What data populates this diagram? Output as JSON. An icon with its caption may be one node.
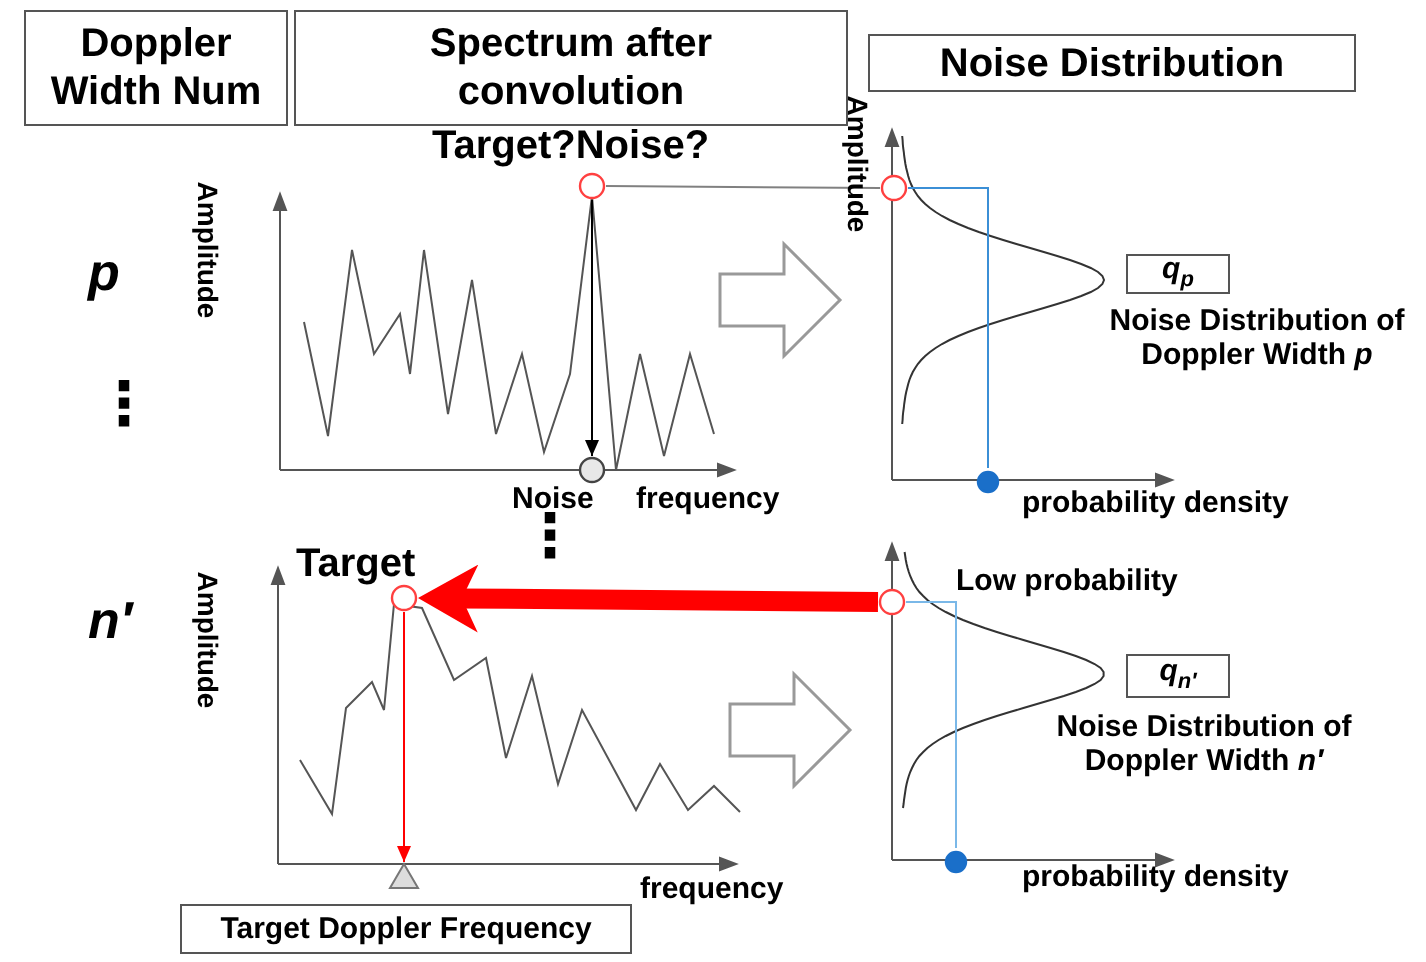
{
  "diagram": {
    "nodes": [
      {
        "text": [
          "Doppler Width Num"
        ]
      },
      {
        "text": [
          "Spectrum after convolution"
        ]
      },
      {
        "text": [
          "Noise Distribution"
        ]
      },
      {
        "text": [],
        "shape": "circle"
      },
      {
        "text": [],
        "shape": "circle",
        "beside": [
          "Noise"
        ]
      },
      {
        "text": [],
        "shape": "circle"
      },
      {
        "text": [],
        "shape": "circle",
        "beside": [
          "Target"
        ]
      },
      {
        "text": [],
        "shape": "circle"
      },
      {
        "text": [],
        "shape": "triangle"
      },
      {
        "text": [
          "Target Doppler Frequency"
        ]
      },
      {
        "text": [
          "q$_{p}$"
        ]
      },
      {
        "text": [
          "q$_{n′}$"
        ]
      },
      {
        "text": [],
        "shape": "circle"
      },
      {
        "text": [],
        "shape": "circle"
      }
    ],
    "edges": [
      {
        "from": 3,
        "to": 4,
        "arrow": "to",
        "color": "#000000"
      },
      {
        "from": 3,
        "to": 5,
        "arrow": "none",
        "color": "#808080"
      },
      {
        "from": 7,
        "to": 6,
        "arrow": "to",
        "style": "thick",
        "color": "#ff0000"
      },
      {
        "from": 6,
        "to": 8,
        "arrow": "to",
        "color": "#ff0000"
      },
      {
        "from": 5,
        "to": 12,
        "arrow": "none",
        "color": "#3b8fd6"
      },
      {
        "from": 7,
        "to": 13,
        "arrow": "none",
        "color": "#7ab8e8"
      }
    ],
    "labels": [
      "p",
      "Target?Noise?",
      "Amplitude",
      "Amplitude",
      "⋮",
      "Noise Distribution of Doppler Width *p*",
      "frequency",
      "probability density",
      "⋮",
      "Low probability",
      "n′",
      "Amplitude",
      "Noise Distribution of Doppler Width *n′*",
      "frequency",
      "probability density"
    ]
  }
}
